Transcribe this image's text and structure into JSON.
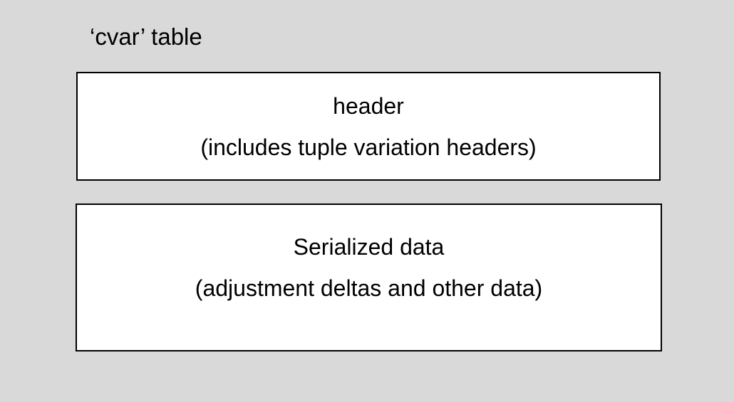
{
  "title": "‘cvar’ table",
  "diagram": {
    "boxes": [
      {
        "name": "header-box",
        "line1": "header",
        "line2": "(includes tuple variation headers)"
      },
      {
        "name": "serialized-data-box",
        "line1": "Serialized data",
        "line2": "(adjustment deltas and other data)"
      }
    ]
  },
  "colors": {
    "background": "#d9d9d9",
    "box_fill": "#ffffff",
    "box_border": "#000000",
    "text": "#000000"
  }
}
